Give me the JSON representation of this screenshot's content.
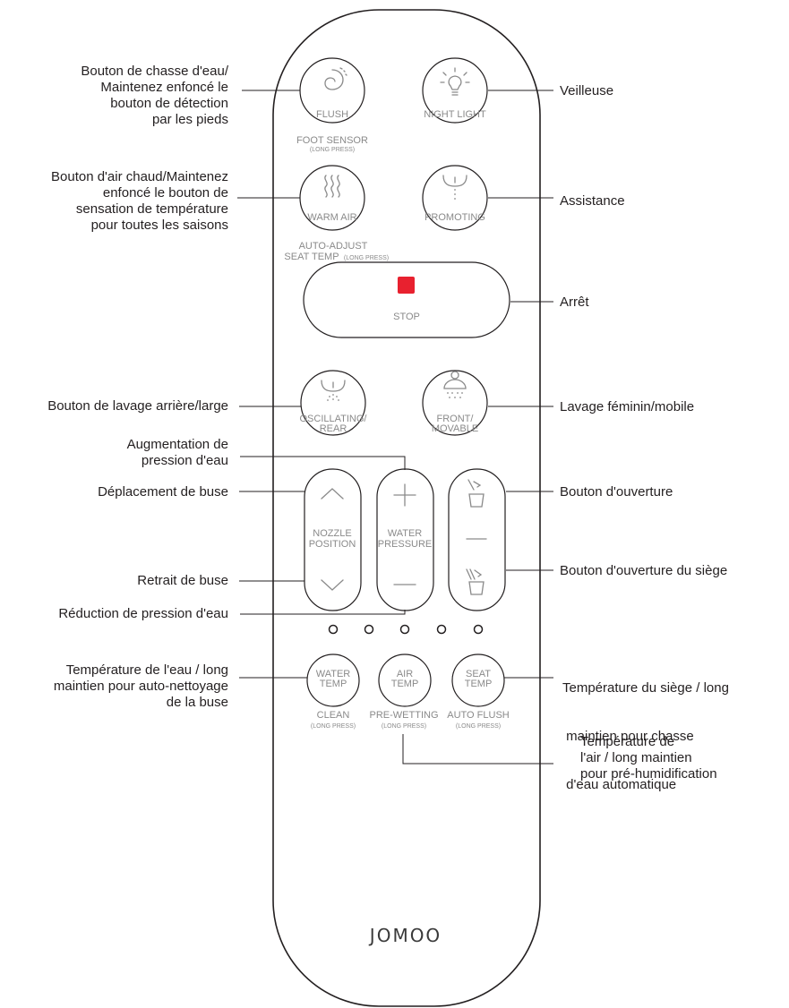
{
  "remote": {
    "brand": "JOMOO",
    "flush": {
      "label": "FLUSH",
      "sub1": "FOOT SENSOR",
      "sub2": "(LONG PRESS)"
    },
    "night_light": {
      "label": "NIGHT LIGHT"
    },
    "warm_air": {
      "label": "WARM AIR",
      "sub1": "AUTO-ADJUST",
      "sub2": "SEAT TEMP",
      "sub3": "(LONG PRESS)"
    },
    "promoting": {
      "label": "PROMOTING"
    },
    "stop": {
      "label": "STOP",
      "color": "#e8212f"
    },
    "oscillating": {
      "label1": "OSCILLATING/",
      "label2": "REAR"
    },
    "front": {
      "label1": "FRONT/",
      "label2": "MOVABLE"
    },
    "nozzle": {
      "label1": "NOZZLE",
      "label2": "POSITION"
    },
    "water_pressure": {
      "label1": "WATER",
      "label2": "PRESSURE"
    },
    "water_temp": {
      "label1": "WATER",
      "label2": "TEMP",
      "sub1": "CLEAN",
      "sub2": "(LONG PRESS)"
    },
    "air_temp": {
      "label1": "AIR",
      "label2": "TEMP",
      "sub1": "PRE-WETTING",
      "sub2": "(LONG PRESS)"
    },
    "seat_temp": {
      "label1": "SEAT",
      "label2": "TEMP",
      "sub1": "AUTO FLUSH",
      "sub2": "(LONG PRESS)"
    }
  },
  "callouts": {
    "flush": [
      "Bouton de chasse d'eau/",
      "Maintenez enfoncé le",
      "bouton de détection",
      "par les pieds"
    ],
    "night_light": [
      "Veilleuse"
    ],
    "warm_air": [
      "Bouton d'air chaud/Maintenez",
      "enfoncé le bouton de",
      "sensation de température",
      "pour toutes les saisons"
    ],
    "promoting": [
      "Assistance"
    ],
    "stop": [
      "Arrêt"
    ],
    "rear_wash": [
      "Bouton de lavage arrière/large"
    ],
    "female_wash": [
      "Lavage féminin/mobile"
    ],
    "pressure_up": [
      "Augmentation de",
      "pression d'eau"
    ],
    "nozzle_move": [
      "Déplacement de buse"
    ],
    "lid_open": [
      "Bouton d'ouverture"
    ],
    "nozzle_retract": [
      "Retrait de buse"
    ],
    "seat_open": [
      "Bouton d'ouverture du siège"
    ],
    "pressure_down": [
      "Réduction de pression d'eau"
    ],
    "water_temp": [
      "Température de l'eau / long",
      "maintien pour auto-nettoyage",
      "de la buse"
    ],
    "seat_temp": [
      "Température du siège / long",
      " maintien pour chasse",
      " d'eau automatique"
    ],
    "air_temp": [
      "Température de",
      "l'air / long maintien",
      "pour pré-humidification"
    ]
  }
}
